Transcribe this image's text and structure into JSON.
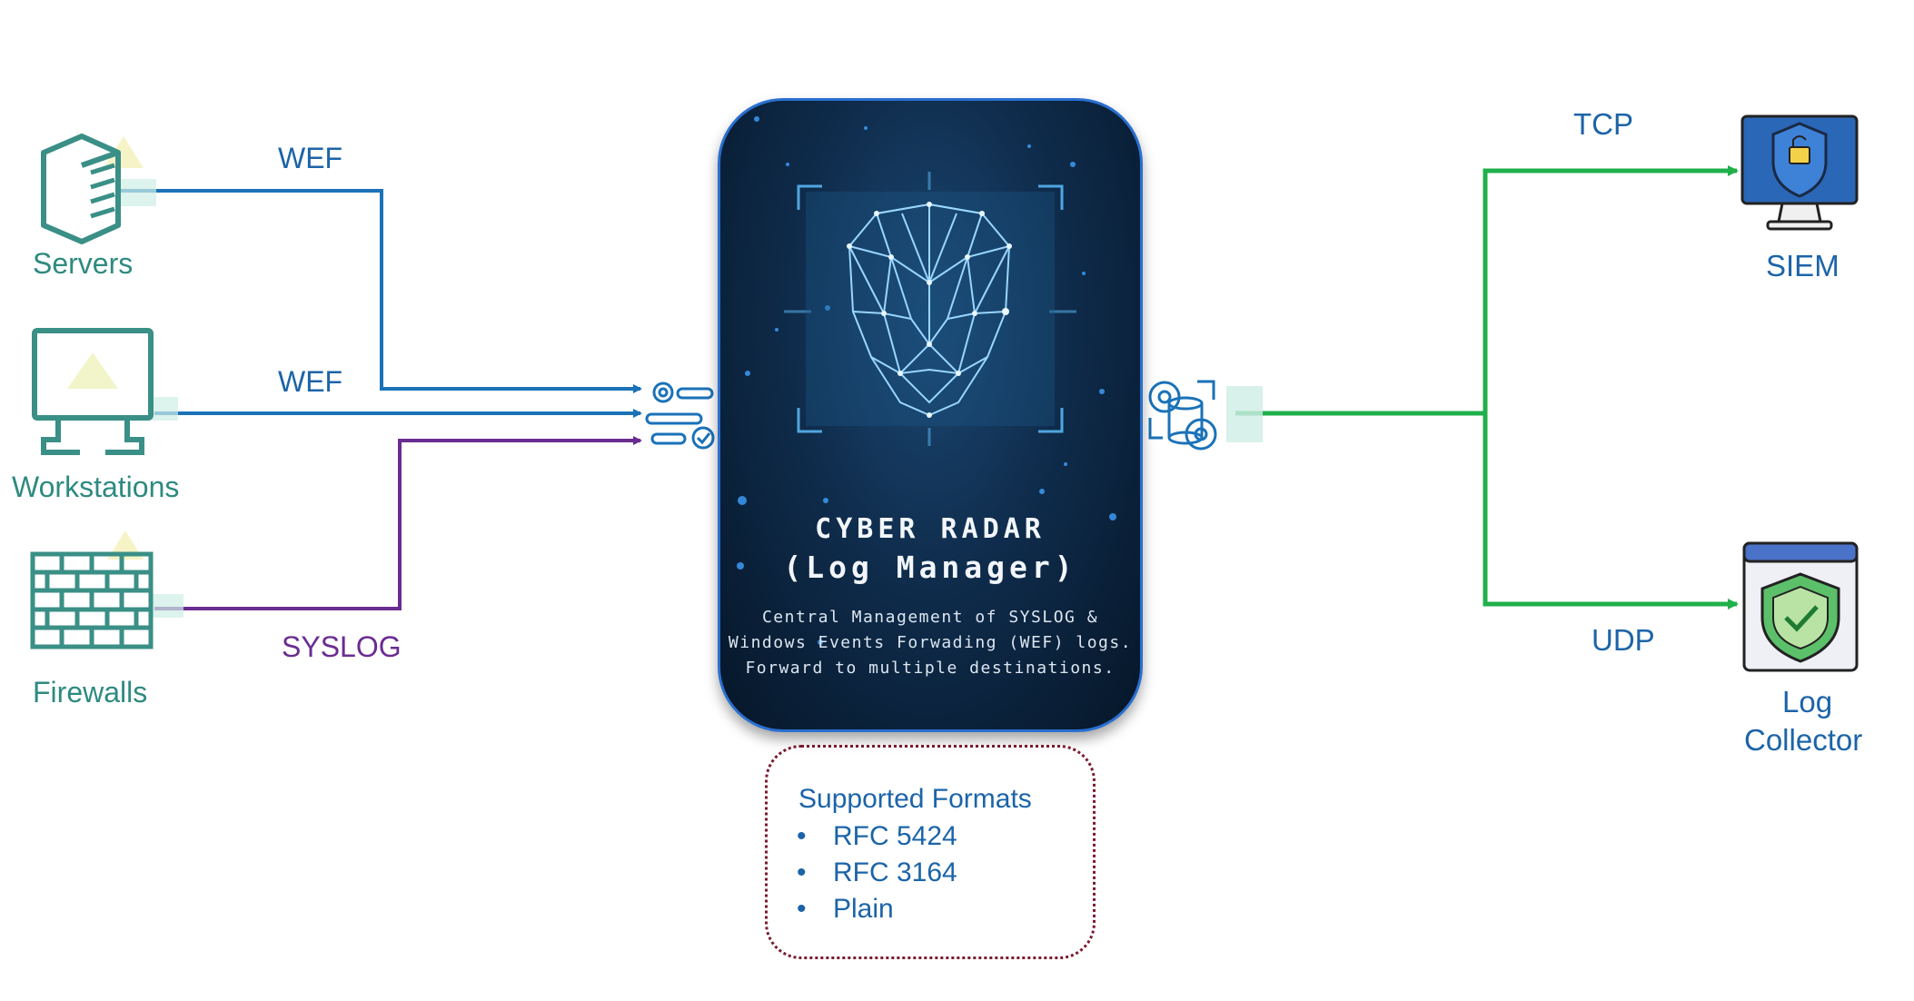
{
  "sources": {
    "servers": {
      "label": "Servers",
      "protocol": "WEF"
    },
    "workstations": {
      "label": "Workstations",
      "protocol": "WEF"
    },
    "firewalls": {
      "label": "Firewalls",
      "protocol": "SYSLOG"
    }
  },
  "center": {
    "title_line1": "CYBER RADAR",
    "title_line2": "(Log Manager)",
    "desc_line1": "Central Management of SYSLOG &",
    "desc_line2": "Windows Events Forwading (WEF) logs.",
    "desc_line3": "Forward to multiple destinations."
  },
  "formats": {
    "title": "Supported Formats",
    "items": [
      "RFC 5424",
      "RFC 3164",
      "Plain"
    ]
  },
  "destinations": {
    "siem": {
      "label": "SIEM",
      "protocol": "TCP"
    },
    "log_collector": {
      "label_line1": "Log",
      "label_line2": "Collector",
      "protocol": "UDP"
    }
  },
  "colors": {
    "wef_line": "#1a72b8",
    "syslog_line": "#6a2c91",
    "output_line": "#20b04b",
    "source_icon": "#3a8f86",
    "dest_text": "#1c64a8"
  },
  "icons": [
    "server-icon",
    "monitor-icon",
    "firewall-icon",
    "warning-icon",
    "gear-icon",
    "database-gear-icon",
    "shield-lock-icon",
    "shield-check-icon"
  ]
}
